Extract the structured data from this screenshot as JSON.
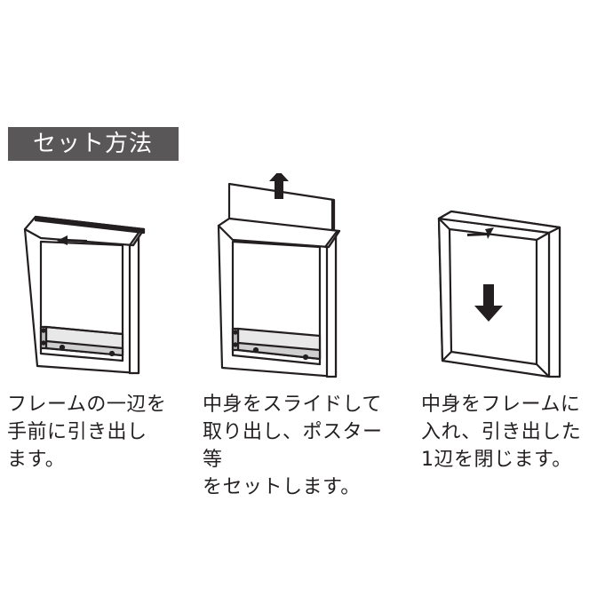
{
  "title": "セット方法",
  "steps": [
    {
      "caption": "フレームの一辺を\n手前に引き出し\nます。",
      "illustration": "frame-edge-pulled-forward"
    },
    {
      "caption": "中身をスライドして\n取り出し、ポスター等\nをセットします。",
      "illustration": "content-sliding-out"
    },
    {
      "caption": "中身をフレームに\n入れ、引き出した\n1辺を閉じます。",
      "illustration": "frame-edge-closed"
    }
  ],
  "colors": {
    "title_bg": "#595757",
    "title_text": "#ffffff",
    "line": "#231f20",
    "frame_face": "#ffffff"
  }
}
